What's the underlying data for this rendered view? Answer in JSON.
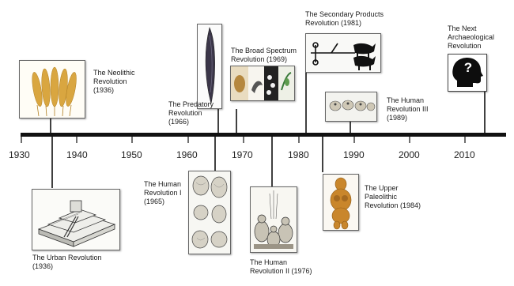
{
  "timeline": {
    "years": [
      "1930",
      "1940",
      "1950",
      "1960",
      "1970",
      "1980",
      "1990",
      "2000",
      "2010"
    ]
  },
  "events": {
    "neolithic": {
      "label": "The Neolithic\nRevolution\n(1936)"
    },
    "urban": {
      "label": "The Urban Revolution\n(1936)"
    },
    "predatory": {
      "label": "The Predatory\nRevolution\n(1966)"
    },
    "human1": {
      "label": "The Human\nRevolution I\n(1965)"
    },
    "broad": {
      "label": "The Broad Spectrum\nRevolution (1969)"
    },
    "human2": {
      "label": "The Human\nRevolution II (1976)"
    },
    "secondary": {
      "label": "The Secondary Products\nRevolution (1981)"
    },
    "upper": {
      "label": "The Upper\nPaleolithic\nRevolution (1984)"
    },
    "human3": {
      "label": "The Human\nRevolution III\n(1989)"
    },
    "next": {
      "label": "The Next\nArchaeological\nRevolution"
    }
  },
  "icons": {
    "head_symbol": "?"
  },
  "colors": {
    "axis": "#111111",
    "wheat": "#d9a640",
    "flint": "#3a3548",
    "figurine": "#c9862b"
  }
}
